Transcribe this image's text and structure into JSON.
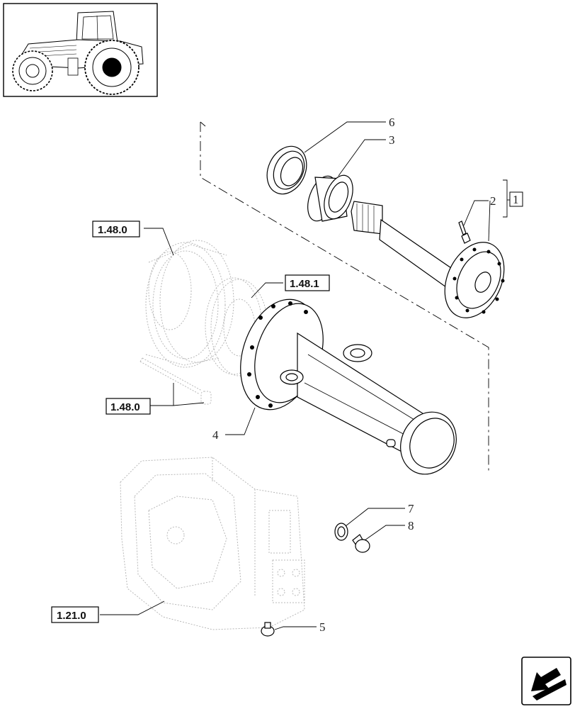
{
  "callouts": {
    "c1": "1",
    "c2": "2",
    "c3": "3",
    "c4": "4",
    "c5": "5",
    "c6": "6",
    "c7": "7",
    "c8": "8"
  },
  "references": {
    "ref_1480_top": "1.48.0",
    "ref_1481": "1.48.1",
    "ref_1480_bottom": "1.48.0",
    "ref_1210": "1.21.0"
  },
  "icons": {
    "thumbnail": "tractor-thumbnail-icon",
    "navigation": "next-page-arrow-icon"
  }
}
